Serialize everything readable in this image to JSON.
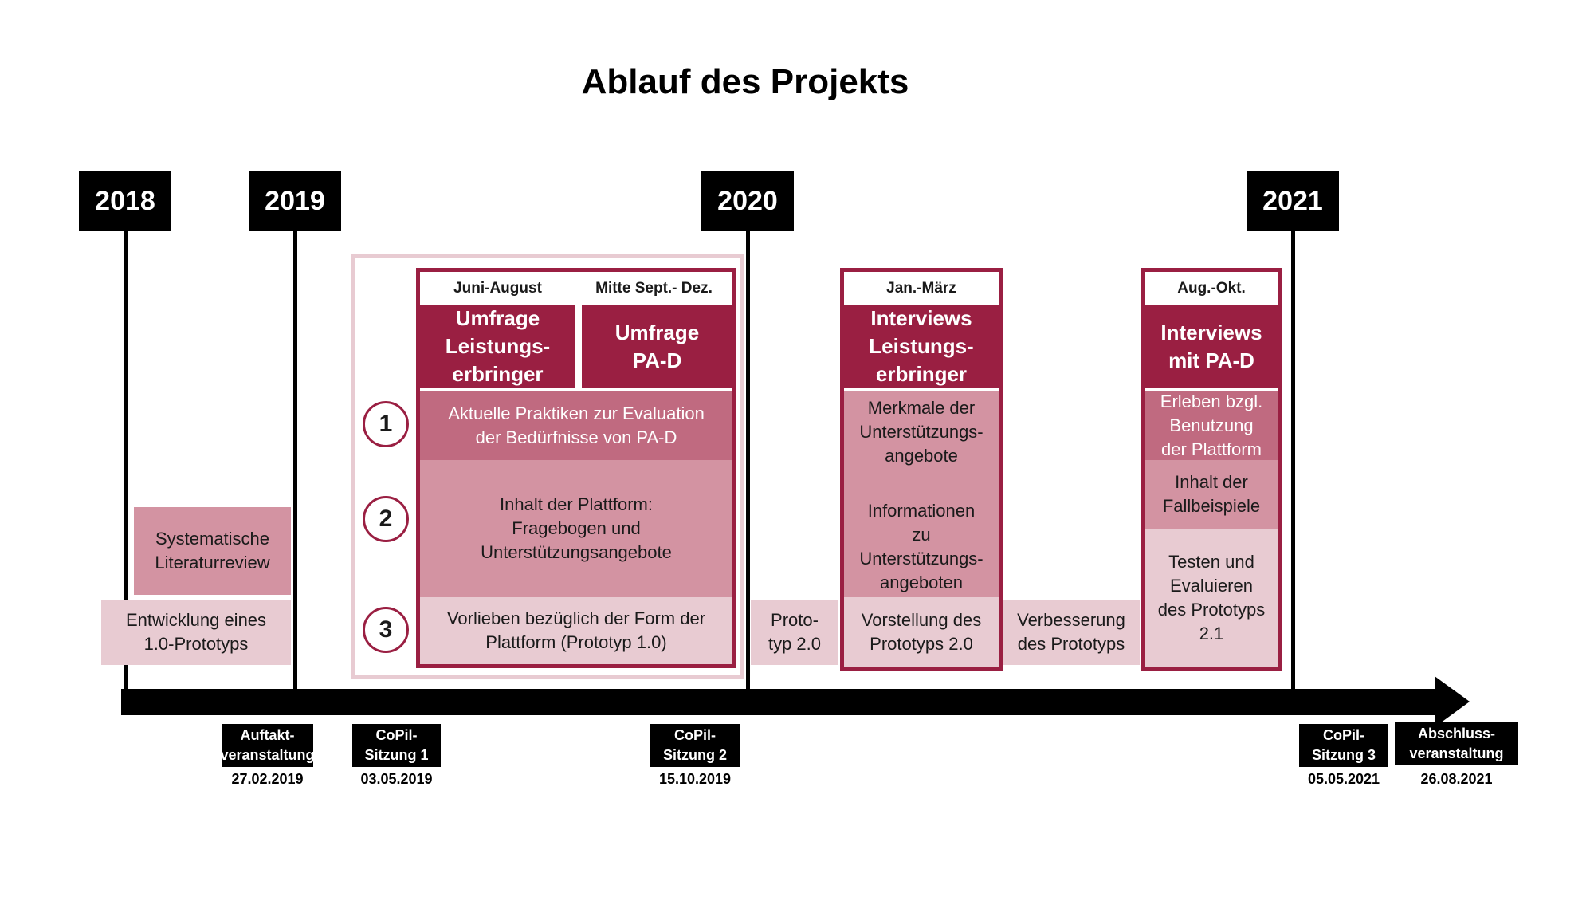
{
  "title": "Ablauf des Projekts",
  "years": [
    "2018",
    "2019",
    "2020",
    "2021"
  ],
  "pre_phase": {
    "review": "Systematische\nLiteraturreview",
    "prototype": "Entwicklung eines\n1.0-Prototyps"
  },
  "phase1": {
    "period_a": "Juni-August",
    "period_b": "Mitte Sept.- Dez.",
    "head_a": "Umfrage\nLeistungs-\nerbringer",
    "head_b": "Umfrage\nPA-D",
    "rows": [
      {
        "number": "1",
        "text": "Aktuelle Praktiken zur Evaluation\nder Bedürfnisse von PA-D"
      },
      {
        "number": "2",
        "text": "Inhalt der Plattform:\nFragebogen und\nUnterstützungsangebote"
      },
      {
        "number": "3",
        "text": "Vorlieben bezüglich der Form der\nPlattform (Prototyp 1.0)"
      }
    ]
  },
  "prototype_2": "Proto-\ntyp 2.0",
  "phase2": {
    "period": "Jan.-März",
    "head": "Interviews\nLeistungs-\nerbringer",
    "row1": "Merkmale der\nUnterstützungs-\nangebote",
    "row2": "Informationen\nzu\nUnterstützungs-\nangeboten",
    "row3": "Vorstellung des\nPrototyps 2.0"
  },
  "improvement": "Verbesserung\ndes Prototyps",
  "phase3": {
    "period": "Aug.-Okt.",
    "head": "Interviews\nmit PA-D",
    "row1": "Erleben bzgl.\nBenutzung\nder Plattform",
    "row2": "Inhalt der\nFallbeispiele",
    "row3": "Testen und\nEvaluieren\ndes Prototyps\n2.1"
  },
  "events": [
    {
      "label": "Auftakt-\nveranstaltung",
      "date": "27.02.2019"
    },
    {
      "label": "CoPil-\nSitzung 1",
      "date": "03.05.2019"
    },
    {
      "label": "CoPil-\nSitzung 2",
      "date": "15.10.2019"
    },
    {
      "label": "CoPil-\nSitzung 3",
      "date": "05.05.2021"
    },
    {
      "label": "Abschluss-\nveranstaltung",
      "date": "26.08.2021"
    }
  ],
  "colors": {
    "accent": "#9a1f42",
    "dark": "#c06a80",
    "mid": "#d393a2",
    "light": "#e8cbd2"
  }
}
